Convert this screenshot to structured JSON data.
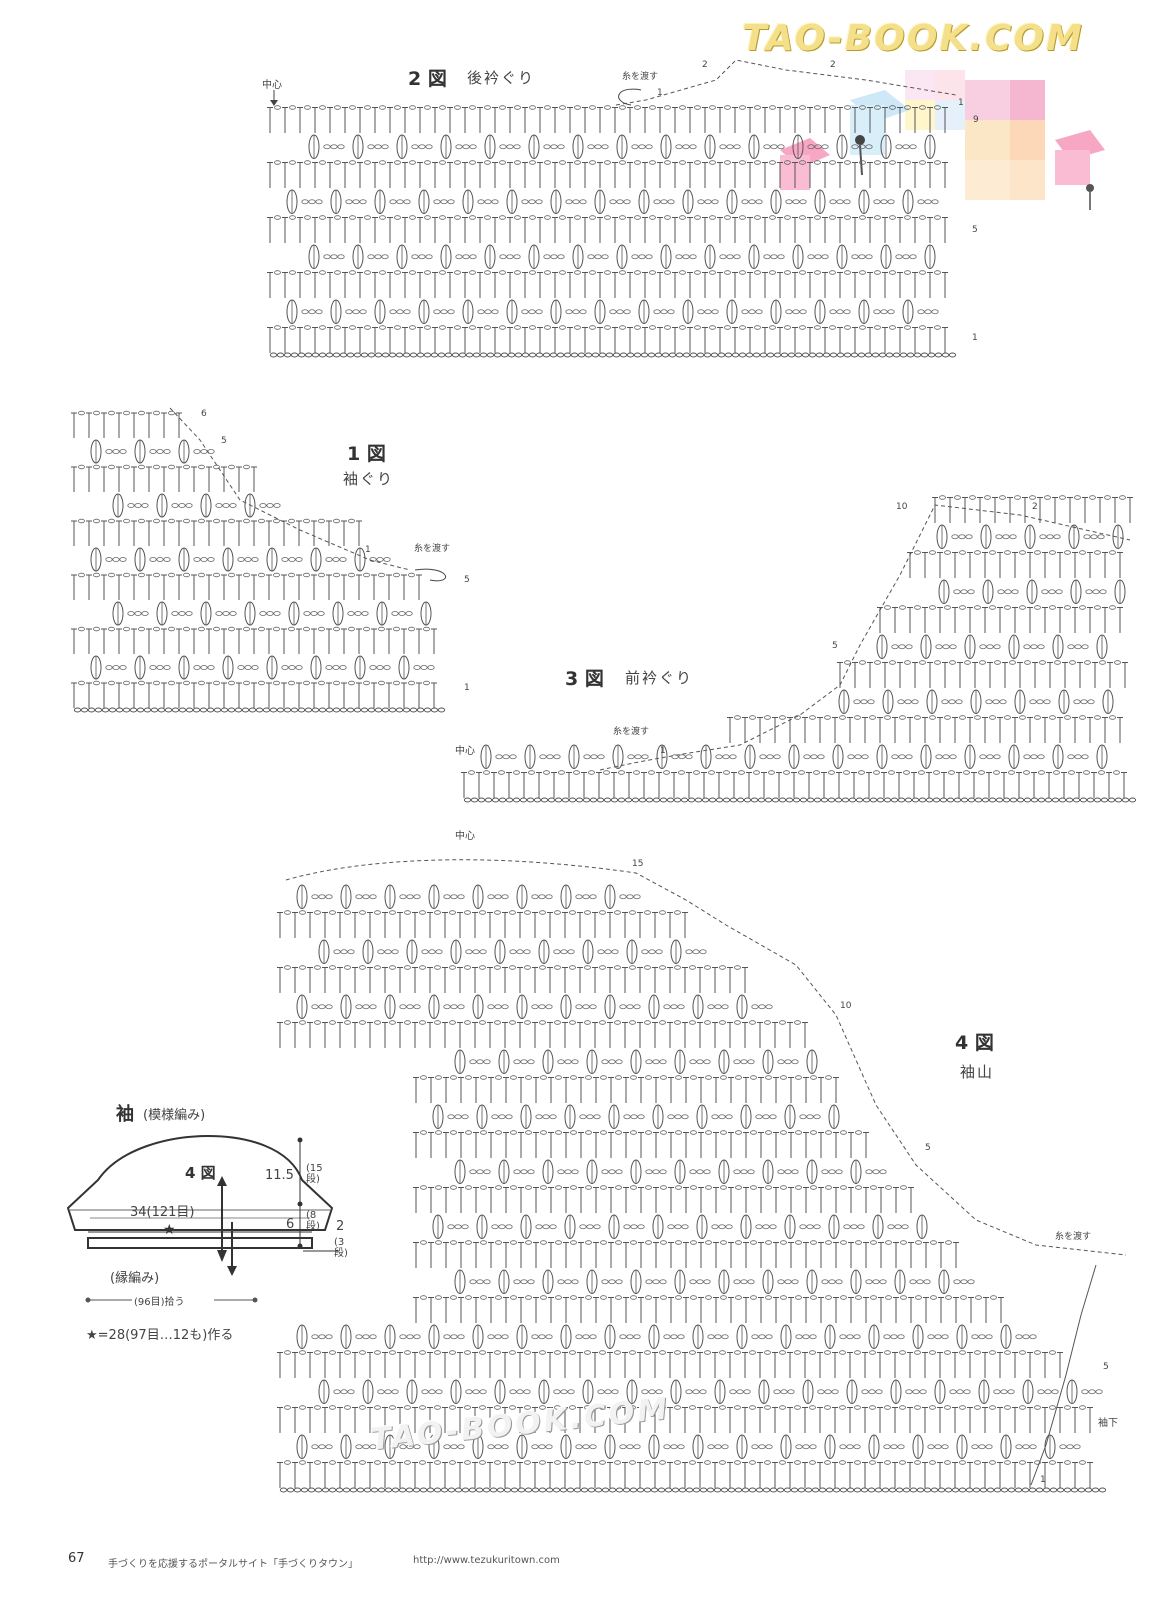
{
  "watermark": {
    "top": "TAO-BOOK.COM",
    "bottom": "TAO-BOOK.COM"
  },
  "fig2": {
    "number": "2 図",
    "name": "後衿ぐり",
    "center": "中心",
    "pass_yarn": "糸を渡す",
    "rows": 10,
    "row_marks": [
      "1",
      "5",
      "9",
      "1",
      "2",
      "2",
      "1"
    ]
  },
  "fig1": {
    "number": "1 図",
    "name": "袖ぐり",
    "pass_yarn": "糸を渡す",
    "rows": 12,
    "row_marks": [
      "6",
      "5",
      "1",
      "5",
      "1"
    ]
  },
  "fig3": {
    "number": "3 図",
    "name": "前衿ぐり",
    "center": "中心",
    "pass_yarn": "糸を渡す",
    "rows": 11,
    "row_marks": [
      "10",
      "2",
      "5",
      "1"
    ]
  },
  "fig4": {
    "number": "4 図",
    "name": "袖山",
    "center": "中心",
    "pass_yarn": "糸を渡す",
    "side_label": "袖下",
    "rows": 24,
    "row_marks": [
      "15",
      "10",
      "5",
      "5",
      "1"
    ]
  },
  "sleeve": {
    "title": "袖",
    "title_sub": "(模様編み)",
    "fig_ref": "4 図",
    "width_label": "34(121目)",
    "star": "★",
    "edging": "(縁編み)",
    "pickup": "(96目)拾う",
    "star_note": "★=28(97目…12も)作る",
    "h1": "11.5",
    "h1_rows": "(15段)",
    "h2": "6",
    "h2_rows": "(8段)",
    "h3": "2",
    "h3_rows": "(3段)"
  },
  "footer": {
    "page": "67",
    "text": "手づくりを応援するポータルサイト「手づくりタウン」",
    "url": "http://www.tezukuritown.com"
  }
}
